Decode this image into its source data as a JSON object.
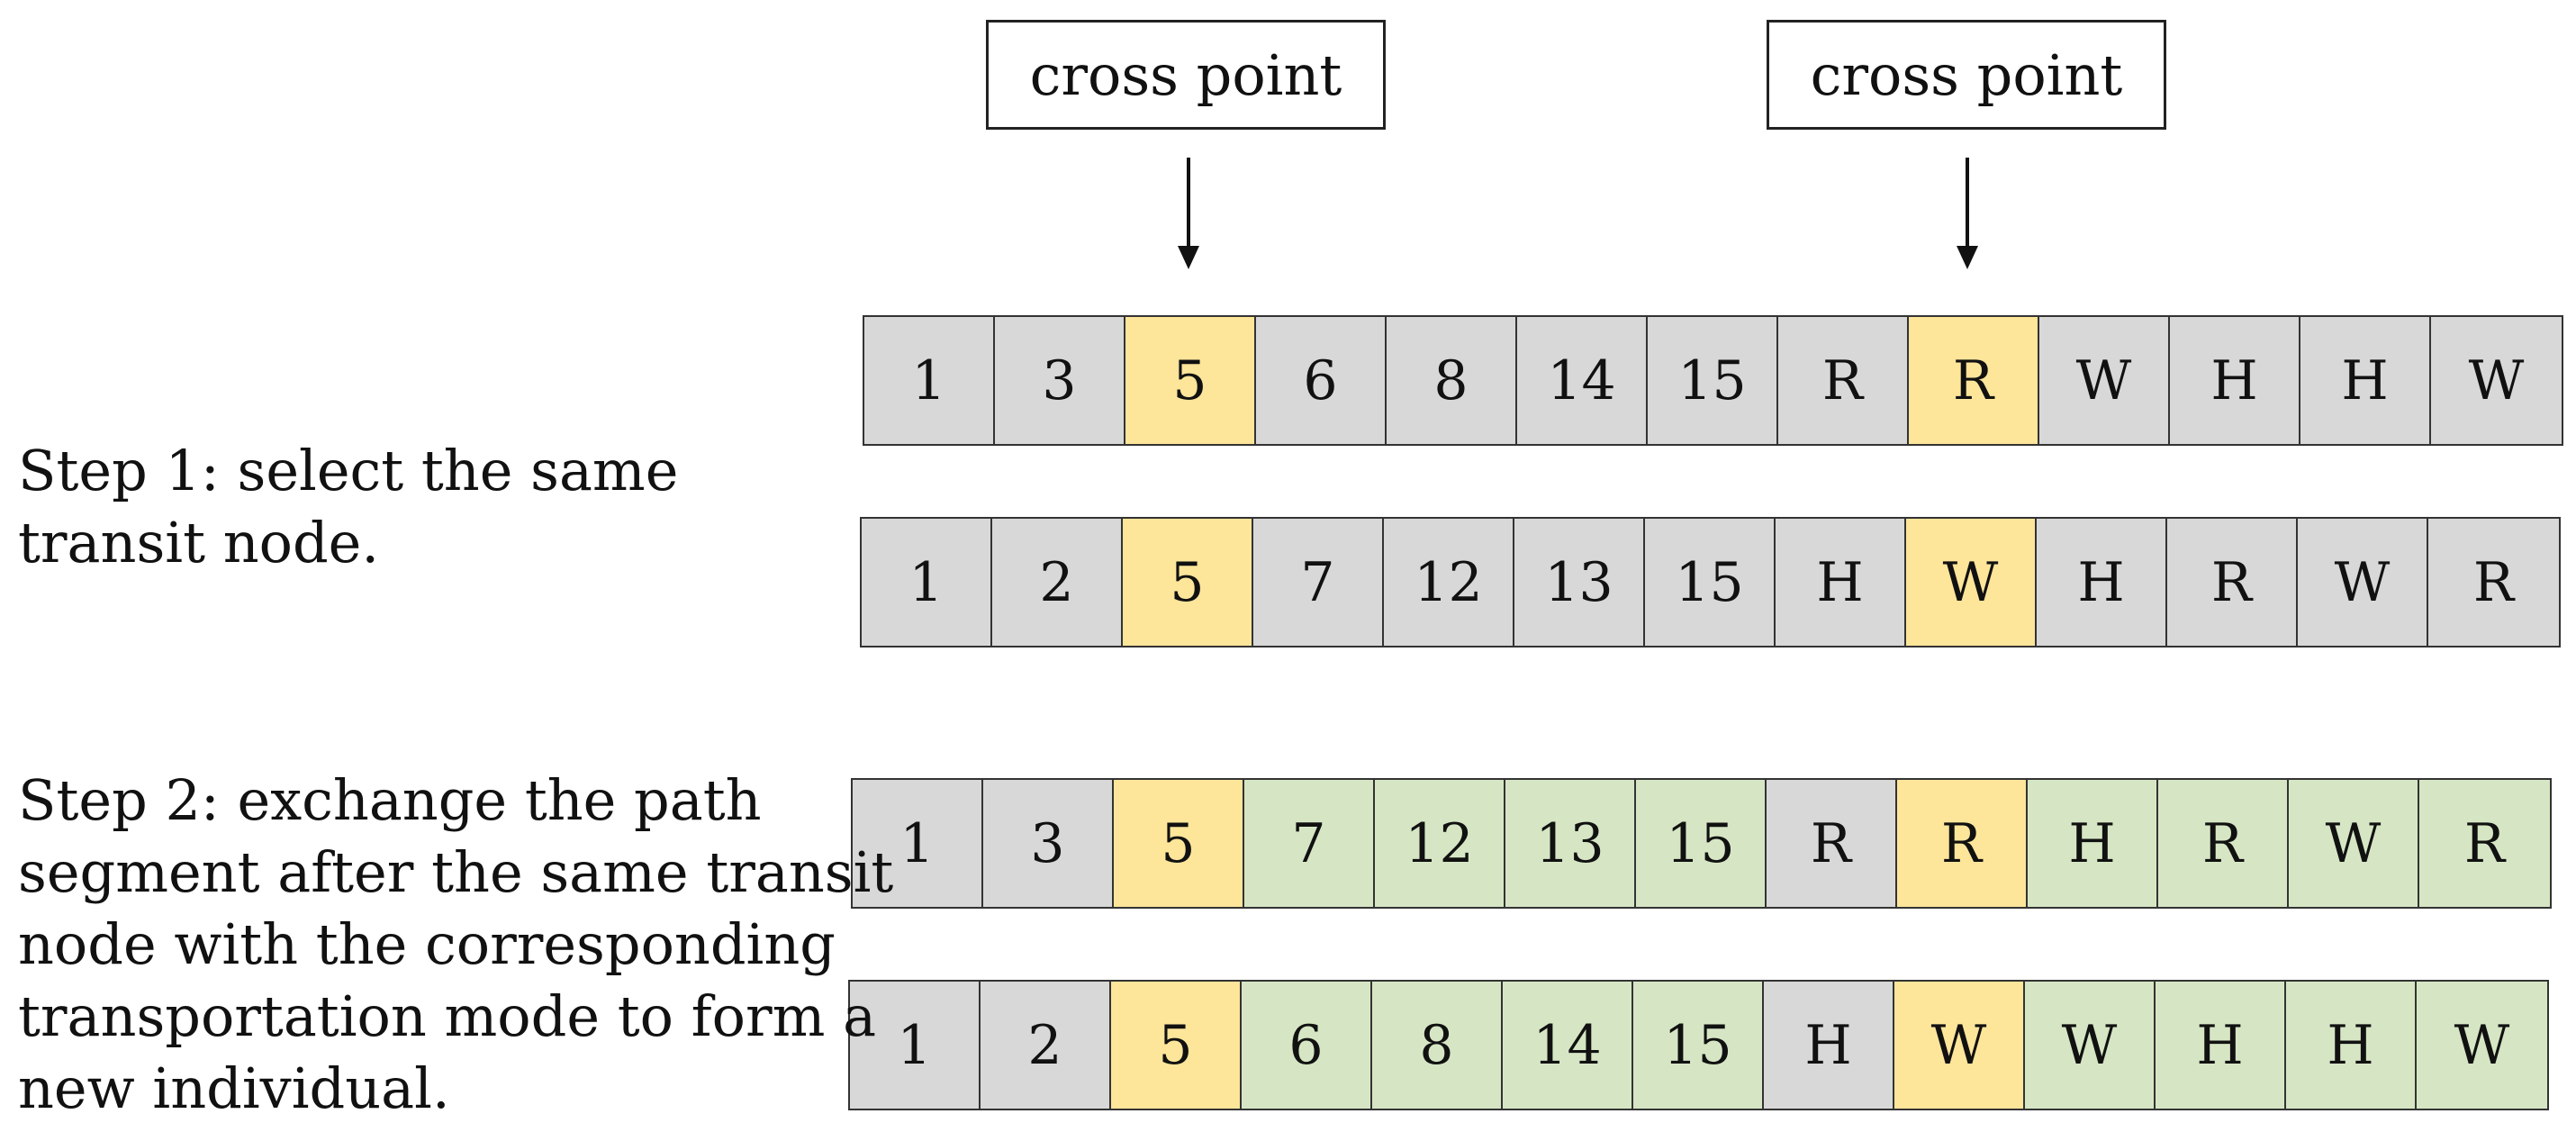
{
  "cross_point_labels": [
    "cross point",
    "cross point"
  ],
  "step1": {
    "lines": [
      "Step 1: select the same",
      "transit node."
    ]
  },
  "step2": {
    "lines": [
      "Step 2: exchange the path",
      "segment after the same transit",
      "node with the corresponding",
      "transportation mode to form a",
      "new individual."
    ]
  },
  "rows": [
    {
      "cells": [
        {
          "t": "1",
          "c": "gray"
        },
        {
          "t": "3",
          "c": "gray"
        },
        {
          "t": "5",
          "c": "yellow"
        },
        {
          "t": "6",
          "c": "gray"
        },
        {
          "t": "8",
          "c": "gray"
        },
        {
          "t": "14",
          "c": "gray"
        },
        {
          "t": "15",
          "c": "gray"
        },
        {
          "t": "R",
          "c": "gray"
        },
        {
          "t": "R",
          "c": "yellow"
        },
        {
          "t": "W",
          "c": "gray"
        },
        {
          "t": "H",
          "c": "gray"
        },
        {
          "t": "H",
          "c": "gray"
        },
        {
          "t": "W",
          "c": "gray"
        }
      ]
    },
    {
      "cells": [
        {
          "t": "1",
          "c": "gray"
        },
        {
          "t": "2",
          "c": "gray"
        },
        {
          "t": "5",
          "c": "yellow"
        },
        {
          "t": "7",
          "c": "gray"
        },
        {
          "t": "12",
          "c": "gray"
        },
        {
          "t": "13",
          "c": "gray"
        },
        {
          "t": "15",
          "c": "gray"
        },
        {
          "t": "H",
          "c": "gray"
        },
        {
          "t": "W",
          "c": "yellow"
        },
        {
          "t": "H",
          "c": "gray"
        },
        {
          "t": "R",
          "c": "gray"
        },
        {
          "t": "W",
          "c": "gray"
        },
        {
          "t": "R",
          "c": "gray"
        }
      ]
    },
    {
      "cells": [
        {
          "t": "1",
          "c": "gray"
        },
        {
          "t": "3",
          "c": "gray"
        },
        {
          "t": "5",
          "c": "yellow"
        },
        {
          "t": "7",
          "c": "green"
        },
        {
          "t": "12",
          "c": "green"
        },
        {
          "t": "13",
          "c": "green"
        },
        {
          "t": "15",
          "c": "green"
        },
        {
          "t": "R",
          "c": "gray"
        },
        {
          "t": "R",
          "c": "yellow"
        },
        {
          "t": "H",
          "c": "green"
        },
        {
          "t": "R",
          "c": "green"
        },
        {
          "t": "W",
          "c": "green"
        },
        {
          "t": "R",
          "c": "green"
        }
      ]
    },
    {
      "cells": [
        {
          "t": "1",
          "c": "gray"
        },
        {
          "t": "2",
          "c": "gray"
        },
        {
          "t": "5",
          "c": "yellow"
        },
        {
          "t": "6",
          "c": "green"
        },
        {
          "t": "8",
          "c": "green"
        },
        {
          "t": "14",
          "c": "green"
        },
        {
          "t": "15",
          "c": "green"
        },
        {
          "t": "H",
          "c": "gray"
        },
        {
          "t": "W",
          "c": "yellow"
        },
        {
          "t": "W",
          "c": "green"
        },
        {
          "t": "H",
          "c": "green"
        },
        {
          "t": "H",
          "c": "green"
        },
        {
          "t": "W",
          "c": "green"
        }
      ]
    }
  ],
  "colors": {
    "gray": "#d8d8d8",
    "yellow": "#fde59a",
    "green": "#d6e6c4"
  }
}
